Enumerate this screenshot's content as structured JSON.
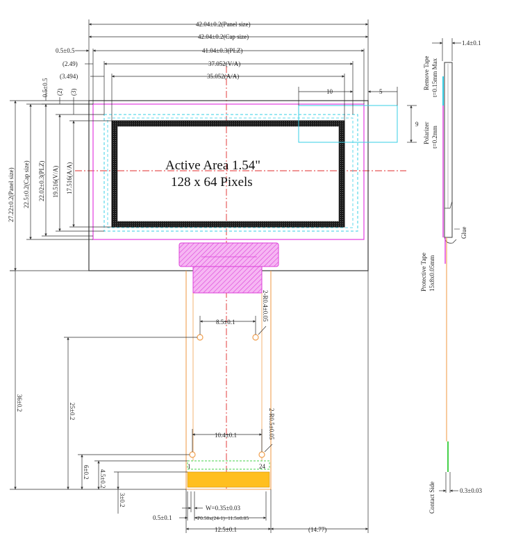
{
  "front": {
    "panel_size_h": "42.04±0.2(Panel size)",
    "cap_size_h": "42.04±0.2(Cap size)",
    "plz_offset": "0.5±0.5",
    "plz_h": "41.04±0.3(PLZ)",
    "va_offset": "(2.49)",
    "va_h": "37.052(V/A)",
    "aa_offset": "(3.494)",
    "aa_h": "35.052(A/A)",
    "dim_10": "10",
    "dim_5": "5",
    "dim_9": "9",
    "top_offset_v": "0.5±0.5",
    "v_offset_2": "(2)",
    "v_offset_3": "(3)",
    "panel_size_v": "27.22±0.2(Panel size)",
    "cap_size_v": "22.5±0.2(Cap size)",
    "plz_v": "22.02±0.3(PLZ)",
    "va_v": "19.516(V/A)",
    "aa_v": "17.516(A/A)",
    "active_area_line1": "Active Area 1.54\"",
    "active_area_line2": "128 x 64 Pixels"
  },
  "fpc": {
    "hole_pitch_top": "8.5±0.1",
    "hole_radius_top": "2-R0.4±0.05",
    "hole_pitch_bottom": "10.4±0.1",
    "hole_radius_bottom": "2-R0.5±0.05",
    "total_length": "36±0.2",
    "hole_to_end": "25±0.2",
    "six": "6±0.2",
    "four_five": "4.5±0.2",
    "three": "3±0.2",
    "pin_first": "1",
    "pin_last": "24",
    "pin_width": "W=0.35±0.03",
    "edge_offset": "0.5±0.1",
    "pitch": "P0.50x(24-1)=11.5±0.05",
    "fpc_width": "12.5±0.1",
    "right_offset": "(14.77)"
  },
  "side": {
    "thickness_top": "1.4±0.1",
    "remove_tape_1": "Remove Tape",
    "remove_tape_2": "t=0.15mm Max",
    "polarizer_1": "Polarizer",
    "polarizer_2": "t=0.2mm",
    "glue": "Glue",
    "protective_tape_1": "Protective Tape",
    "protective_tape_2": "15x8x0.05mm",
    "contact_side": "Contact Side",
    "fpc_thickness": "0.3±0.03"
  },
  "colors": {
    "outline": "#3a3a3a",
    "dimension": "#2a2a2a",
    "magenta": "#e23be0",
    "cyan": "#35cfe6",
    "centerline": "#e02b2b",
    "fpc": "#f0a050",
    "contact": "#ffbf1f",
    "pad_green": "#45d04a"
  }
}
